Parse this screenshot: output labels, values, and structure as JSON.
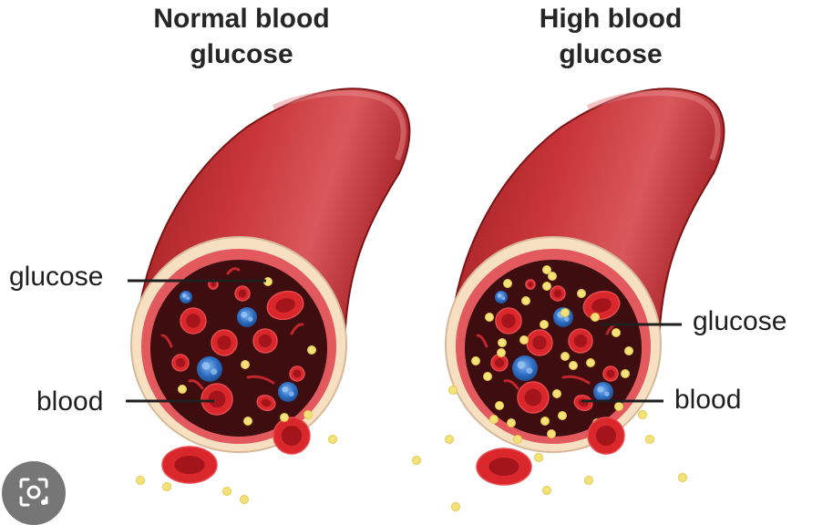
{
  "titles": {
    "left": [
      "Normal blood",
      "glucose"
    ],
    "right": [
      "High blood",
      "glucose"
    ]
  },
  "labels": {
    "left_glucose": "glucose",
    "left_blood": "blood",
    "right_glucose": "glucose",
    "right_blood": "blood"
  },
  "colors": {
    "vessel_dark": "#8c1a1c",
    "vessel_mid": "#b8282c",
    "vessel_light": "#d8464a",
    "wall_cream": "#f7dfc2",
    "lumen": "#3d0d0f",
    "red_cell": "#d6262b",
    "white_cell": "#2e74c9",
    "glucose_dot": "#f3e27a"
  },
  "icons": {
    "lens": "lens-icon"
  }
}
